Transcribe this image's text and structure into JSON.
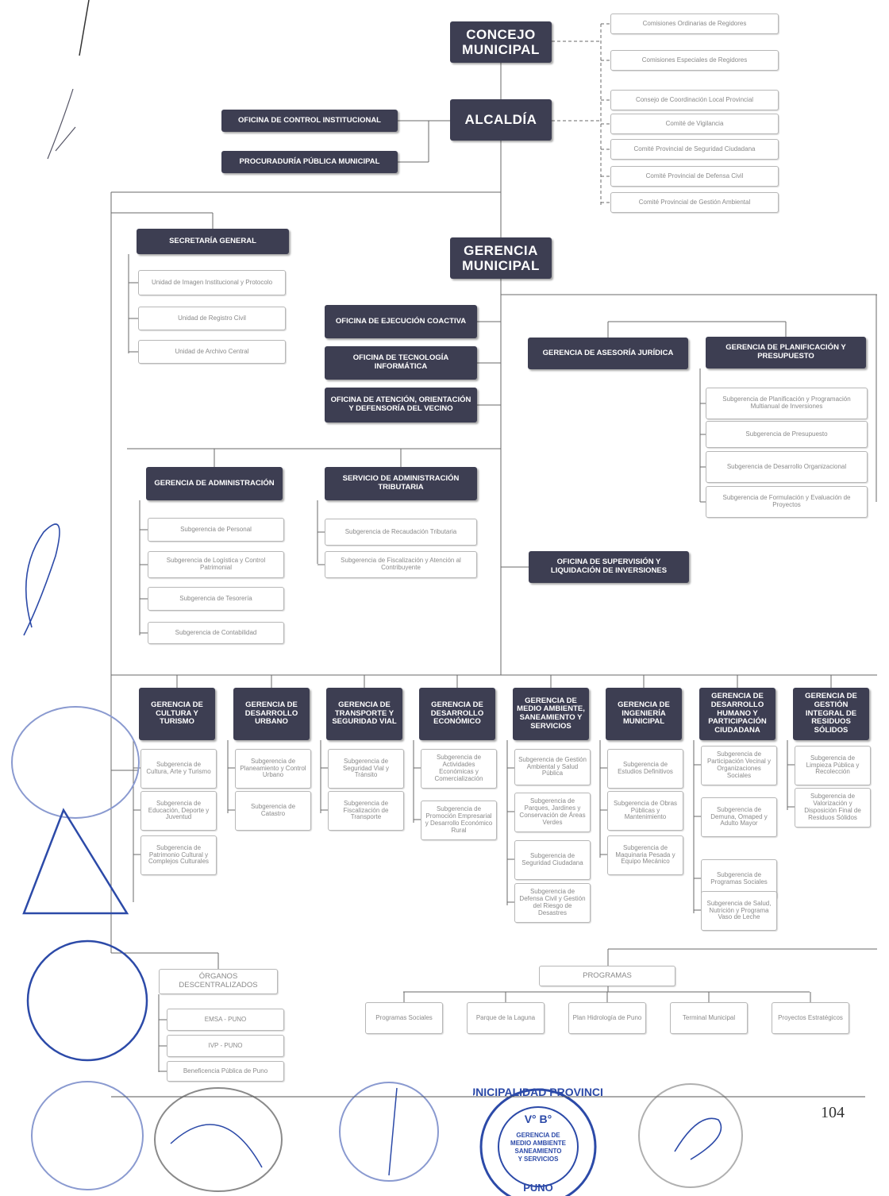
{
  "colors": {
    "dark_box": "#3d3e52",
    "light_border": "#b7b7b7",
    "connector": "#6a6a6a",
    "stamp_blue": "#2c4aa8"
  },
  "top": {
    "concejo": "CONCEJO MUNICIPAL",
    "alcaldia": "ALCALDÍA",
    "gerencia_municipal": "GERENCIA MUNICIPAL",
    "oci": "OFICINA DE CONTROL INSTITUCIONAL",
    "procuraduria": "PROCURADURÍA PÚBLICA MUNICIPAL"
  },
  "council_committees": [
    "Comisiones Ordinarias de Regidores",
    "Comisiones Especiales de Regidores",
    "Consejo de Coordinación Local Provincial",
    "Comité de Vigilancia",
    "Comité Provincial de Seguridad Ciudadana",
    "Comité Provincial de Defensa Civil",
    "Comité Provincial de Gestión Ambiental"
  ],
  "secretaria": {
    "title": "SECRETARÍA GENERAL",
    "units": [
      "Unidad de Imagen Institucional y Protocolo",
      "Unidad de Registro Civil",
      "Unidad de Archivo Central"
    ]
  },
  "staff_offices": [
    "OFICINA DE EJECUCIÓN COACTIVA",
    "OFICINA DE TECNOLOGÍA INFORMÁTICA",
    "OFICINA DE ATENCIÓN, ORIENTACIÓN Y DEFENSORÍA DEL VECINO"
  ],
  "asesoria": "GERENCIA DE ASESORÍA JURÍDICA",
  "planificacion": {
    "title": "GERENCIA DE PLANIFICACIÓN Y PRESUPUESTO",
    "units": [
      "Subgerencia de Planificación y Programación Multianual de Inversiones",
      "Subgerencia de Presupuesto",
      "Subgerencia de Desarrollo Organizacional",
      "Subgerencia de Formulación y Evaluación de Proyectos"
    ]
  },
  "administracion": {
    "title": "GERENCIA DE ADMINISTRACIÓN",
    "units": [
      "Subgerencia de Personal",
      "Subgerencia de Logística y Control Patrimonial",
      "Subgerencia de Tesorería",
      "Subgerencia de Contabilidad"
    ]
  },
  "sat": {
    "title": "SERVICIO DE ADMINISTRACIÓN TRIBUTARIA",
    "units": [
      "Subgerencia de Recaudación Tributaria",
      "Subgerencia de Fiscalización y Atención al Contribuyente"
    ]
  },
  "supervision": "OFICINA DE SUPERVISIÓN Y LIQUIDACIÓN DE INVERSIONES",
  "line_gerencias": [
    {
      "title": "GERENCIA DE CULTURA Y TURISMO",
      "units": [
        "Subgerencia de Cultura, Arte y Turismo",
        "Subgerencia de Educación, Deporte y Juventud",
        "Subgerencia de Patrimonio Cultural y Complejos Culturales"
      ]
    },
    {
      "title": "GERENCIA DE DESARROLLO URBANO",
      "units": [
        "Subgerencia de Planeamiento y Control Urbano",
        "Subgerencia de Catastro"
      ]
    },
    {
      "title": "GERENCIA DE TRANSPORTE Y SEGURIDAD VIAL",
      "units": [
        "Subgerencia de Seguridad Vial y Tránsito",
        "Subgerencia de Fiscalización de Transporte"
      ]
    },
    {
      "title": "GERENCIA DE DESARROLLO ECONÓMICO",
      "units": [
        "Subgerencia de Actividades Económicas y Comercialización",
        "Subgerencia de Promoción Empresarial y Desarrollo Económico Rural"
      ]
    },
    {
      "title": "GERENCIA DE MEDIO AMBIENTE, SANEAMIENTO Y SERVICIOS",
      "units": [
        "Subgerencia de Gestión Ambiental y Salud Pública",
        "Subgerencia de Parques, Jardines y Conservación de Áreas Verdes",
        "Subgerencia de Seguridad Ciudadana",
        "Subgerencia de Defensa Civil y Gestión del Riesgo de Desastres"
      ]
    },
    {
      "title": "GERENCIA DE INGENIERÍA MUNICIPAL",
      "units": [
        "Subgerencia de Estudios Definitivos",
        "Subgerencia de Obras Públicas y Mantenimiento",
        "Subgerencia de Maquinaria Pesada y Equipo Mecánico"
      ]
    },
    {
      "title": "GERENCIA DE DESARROLLO HUMANO Y PARTICIPACIÓN CIUDADANA",
      "units": [
        "Subgerencia de Participación Vecinal y Organizaciones Sociales",
        "Subgerencia de Demuna, Omaped y Adulto Mayor",
        "Subgerencia de Programas Sociales",
        "Subgerencia de Salud, Nutrición y Programa Vaso de Leche"
      ]
    },
    {
      "title": "GERENCIA DE GESTIÓN INTEGRAL DE RESIDUOS SÓLIDOS",
      "units": [
        "Subgerencia de Limpieza Pública y Recolección",
        "Subgerencia de Valorización y Disposición Final de Residuos Sólidos"
      ]
    }
  ],
  "desconcentrados": {
    "title": "ÓRGANOS DESCENTRALIZADOS",
    "units": [
      "EMSA - PUNO",
      "IVP - PUNO",
      "Beneficencia Pública de Puno"
    ]
  },
  "programas": {
    "title": "PROGRAMAS",
    "units": [
      "Programas Sociales",
      "Parque de la Laguna",
      "Plan Hidrología de Puno",
      "Terminal Municipal",
      "Proyectos Estratégicos"
    ]
  },
  "footer": {
    "page_number": "104",
    "stamp": {
      "lines": [
        "V° B°",
        "GERENCIA DE",
        "MEDIO AMBIENTE",
        "SANEAMIENTO",
        "Y SERVICIOS"
      ],
      "ring_top": "MUNICIPALIDAD PROVINCIAL",
      "ring_bottom": "PUNO"
    }
  }
}
